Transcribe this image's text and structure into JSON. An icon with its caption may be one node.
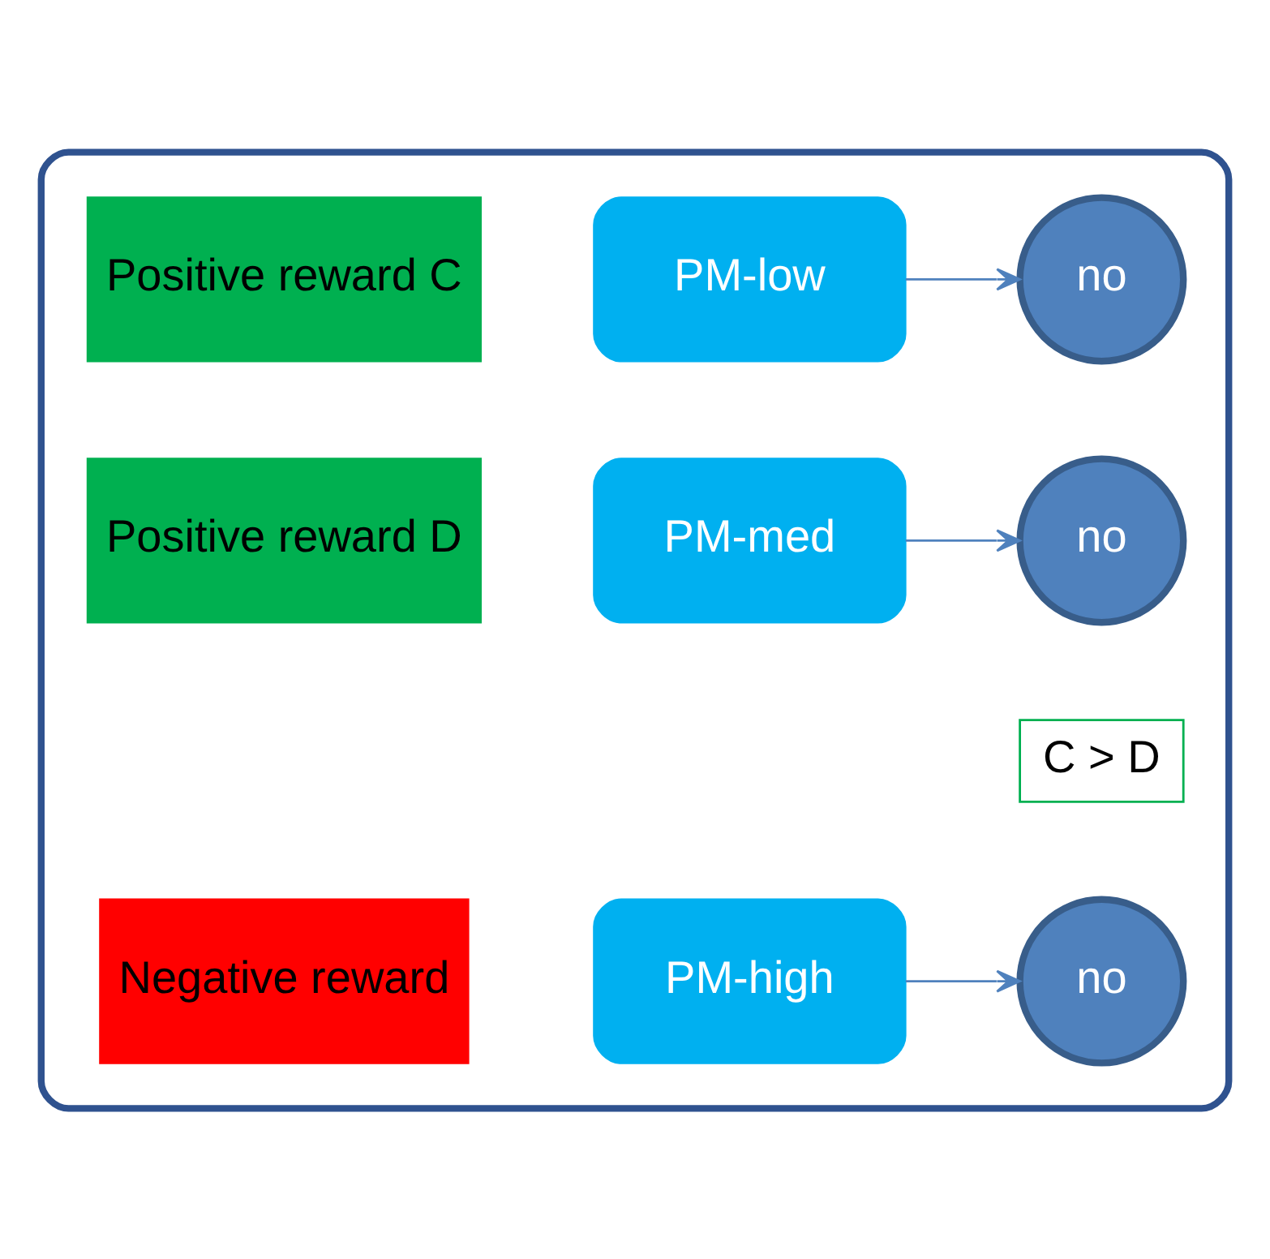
{
  "diagram": {
    "nodes": [
      {
        "text": [],
        "shape": "box"
      },
      {
        "text": [
          "PM-low"
        ],
        "in": 0
      },
      {
        "text": [
          "no"
        ],
        "in": 0
      },
      {
        "text": [
          "Positive reward C"
        ],
        "in": 0
      },
      {
        "text": [
          "PM-med"
        ],
        "in": 0
      },
      {
        "text": [
          "no"
        ],
        "in": 0
      },
      {
        "text": [
          "Positive reward D"
        ],
        "in": 0
      },
      {
        "text": [
          "C > D"
        ],
        "in": 0
      },
      {
        "text": [
          "PM-high"
        ],
        "in": 0
      },
      {
        "text": [
          "no"
        ],
        "in": 0
      },
      {
        "text": [
          "Negative reward"
        ],
        "in": 0
      }
    ],
    "edges": [
      {
        "from": 1,
        "to": 2,
        "arrow": "to"
      },
      {
        "from": 4,
        "to": 5,
        "arrow": "to"
      },
      {
        "from": 8,
        "to": 9,
        "arrow": "to"
      }
    ]
  }
}
